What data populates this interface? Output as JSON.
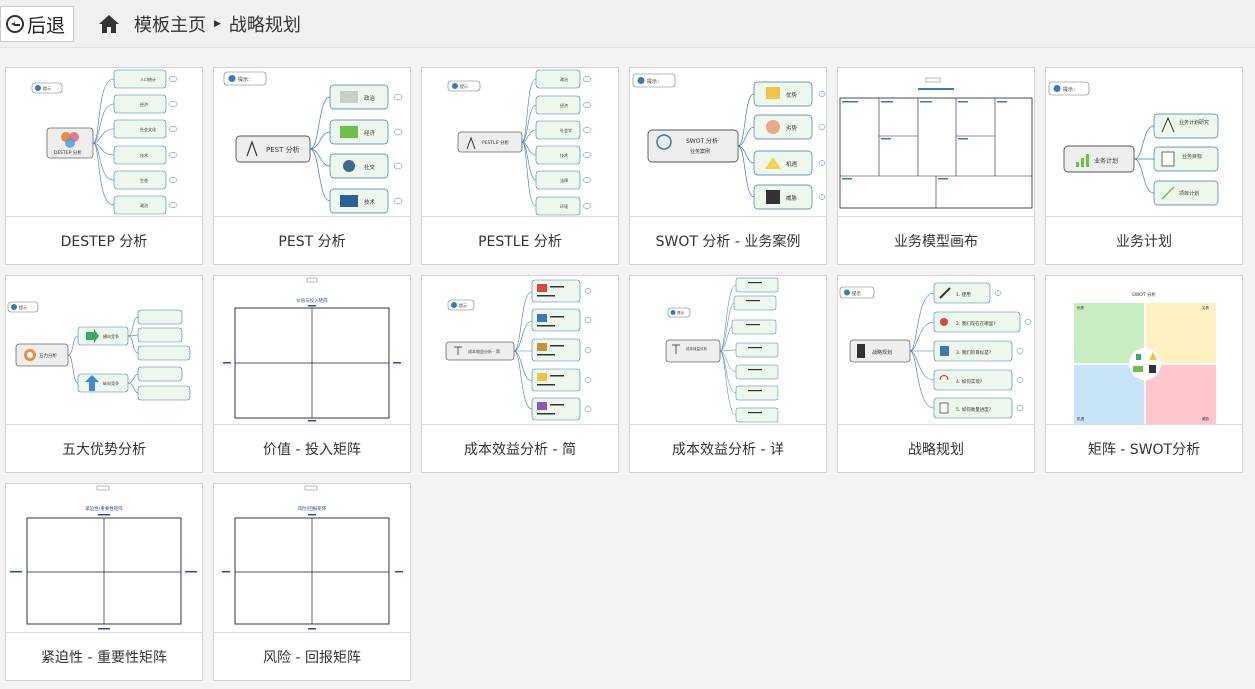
{
  "topbar": {
    "back_label": "后退",
    "breadcrumb_home": "模板主页",
    "breadcrumb_current": "战略规划"
  },
  "templates": [
    {
      "title": "DESTEP 分析",
      "center_label": "DESTEP 分析",
      "tip": "提示",
      "nodes": [
        "人口统计",
        "经济",
        "社会文化",
        "技术",
        "生态",
        "政治"
      ]
    },
    {
      "title": "PEST 分析",
      "center_label": "PEST 分析",
      "tip": "提示：",
      "nodes": [
        "政治",
        "经济",
        "社交",
        "技术"
      ]
    },
    {
      "title": "PESTLE 分析",
      "center_label": "PESTLE 分析",
      "tip": "提示",
      "nodes": [
        "政治",
        "经济",
        "社会学",
        "技术",
        "法律",
        "环境"
      ]
    },
    {
      "title": "SWOT 分析 - 业务案例",
      "center_label": "SWOT 分析",
      "center_sub": "业务案例",
      "tip": "提示：",
      "nodes": [
        "优势",
        "劣势",
        "机遇",
        "威胁"
      ]
    },
    {
      "title": "业务模型画布"
    },
    {
      "title": "业务计划",
      "center_label": "业务计划",
      "tip": "提示：",
      "nodes": [
        "业务计划研究",
        "业务目标",
        "项目计划"
      ]
    },
    {
      "title": "五大优势分析",
      "center_label": "五力分析",
      "tip": "提示",
      "nodes": [
        "横向竞争",
        "纵向竞争"
      ]
    },
    {
      "title": "价值 - 投入矩阵",
      "matrix_title": "价值与投入矩阵"
    },
    {
      "title": "成本效益分析 - 简",
      "center_label": "成本效益分析 - 简",
      "tip": "提示"
    },
    {
      "title": "成本效益分析 - 详",
      "center_label": "成本效益分析",
      "tip": "提示"
    },
    {
      "title": "战略规划",
      "center_label": "战略规划",
      "tip": "提示",
      "nodes": [
        "1. 使用",
        "2. 我们现在在哪里?",
        "3. 我们的目标是?",
        "4. 如何实现?",
        "5. 如何衡量进度?"
      ]
    },
    {
      "title": "矩阵 - SWOT分析",
      "matrix_title": "SWOT 分析",
      "quadrants": [
        "优势",
        "劣势",
        "机遇",
        "威胁"
      ]
    },
    {
      "title": "紧迫性 - 重要性矩阵",
      "matrix_title": "紧迫性/重要性矩阵"
    },
    {
      "title": "风险 - 回报矩阵",
      "matrix_title": "风险/回报矩阵"
    }
  ],
  "colors": {
    "node_fill": "#eef7ec",
    "node_border": "#3a7ab8",
    "swot_green": "#c9ecc3",
    "swot_yellow": "#fdf1c2",
    "swot_blue": "#c8e4f8",
    "swot_pink": "#fdc7cd"
  }
}
